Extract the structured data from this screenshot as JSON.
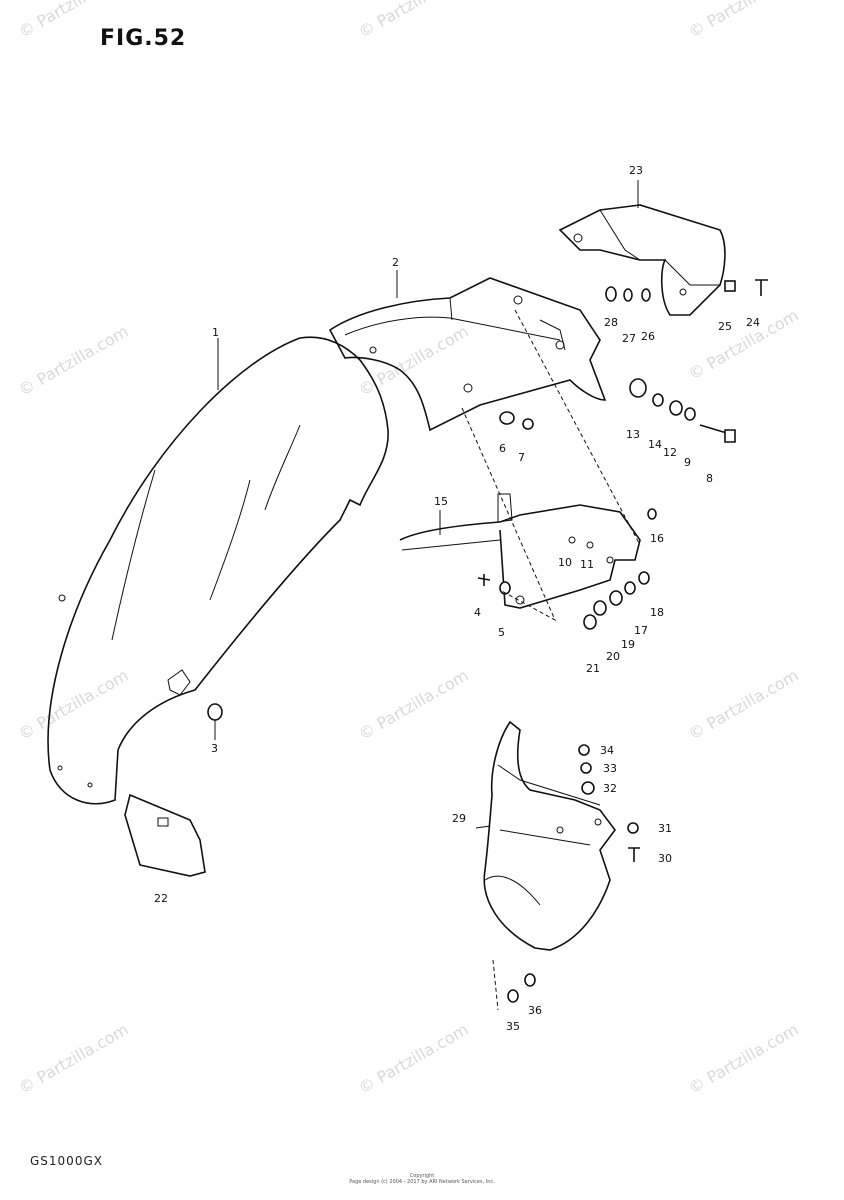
{
  "figure_title": "FIG.52",
  "model_code": "GS1000GX",
  "copyright": {
    "line1": "Copyright",
    "line2": "Page design (c) 2004 - 2017 by ARI Network Services, Inc."
  },
  "watermark_text": "© Partzilla.com",
  "part_labels": [
    "1",
    "2",
    "3",
    "4",
    "5",
    "6",
    "7",
    "8",
    "9",
    "10",
    "11",
    "12",
    "13",
    "14",
    "15",
    "16",
    "17",
    "18",
    "19",
    "20",
    "21",
    "22",
    "23",
    "24",
    "25",
    "26",
    "27",
    "28",
    "29",
    "30",
    "31",
    "32",
    "33",
    "34",
    "35",
    "36"
  ],
  "label_35b": "35"
}
